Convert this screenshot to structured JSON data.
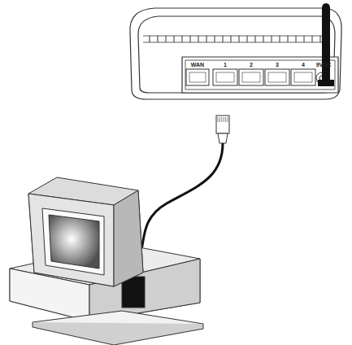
{
  "diagram": {
    "labels": [
      "WAN",
      "1",
      "2",
      "3",
      "4",
      "9VDC"
    ]
  }
}
